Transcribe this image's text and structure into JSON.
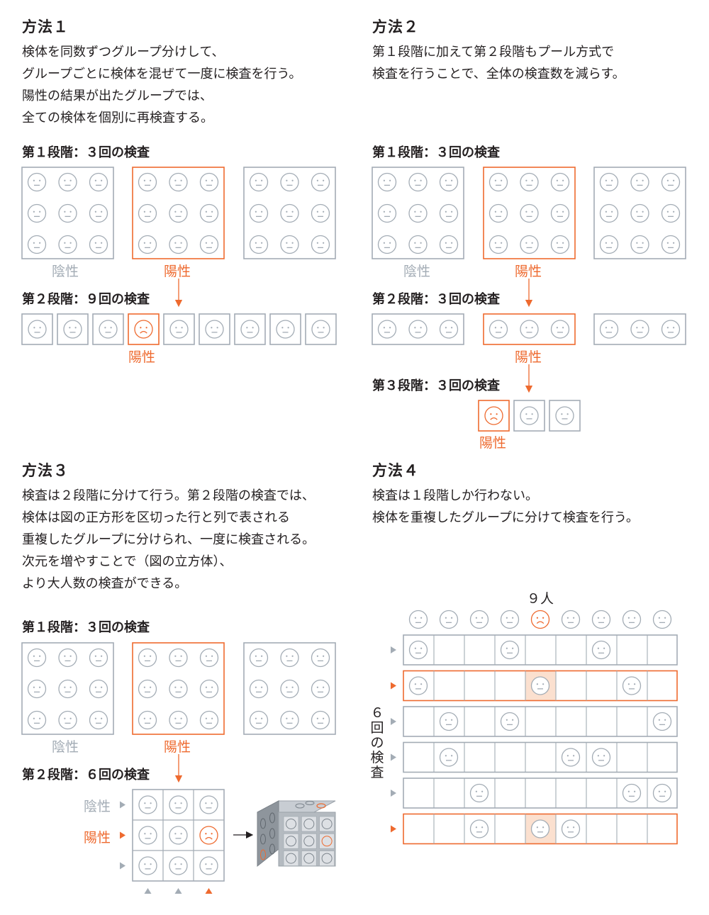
{
  "colors": {
    "grey": "#a3acb5",
    "orange": "#ee6a2f",
    "text": "#231f20",
    "highlight": "#fbe0cf"
  },
  "m1": {
    "title": "方法１",
    "desc": [
      "検体を同数ずつグループ分けして、",
      "グループごとに検体を混ぜて一度に検査を行う。",
      "陽性の結果が出たグループでは、",
      "全ての検体を個別に再検査する。"
    ],
    "stage1": "第１段階：３回の検査",
    "stage2": "第２段階：９回の検査",
    "neg": "陰性",
    "pos": "陽性",
    "pos2": "陽性"
  },
  "m2": {
    "title": "方法２",
    "desc": [
      "第１段階に加えて第２段階もプール方式で",
      "検査を行うことで、全体の検査数を減らす。"
    ],
    "stage1": "第１段階：３回の検査",
    "stage2": "第２段階：３回の検査",
    "stage3": "第３段階：３回の検査",
    "neg": "陰性",
    "pos": "陽性",
    "pos2": "陽性",
    "pos3": "陽性"
  },
  "m3": {
    "title": "方法３",
    "desc": [
      "検査は２段階に分けて行う。第２段階の検査では、",
      "検体は図の正方形を区切った行と列で表される",
      "重複したグループに分けられ、一度に検査される。",
      "次元を増やすことで（図の立方体）、",
      "より大人数の検査ができる。"
    ],
    "stage1": "第１段階：３回の検査",
    "stage2": "第２段階：６回の検査",
    "neg": "陰性",
    "pos": "陽性",
    "row_neg": "陰性",
    "row_pos": "陽性"
  },
  "m4": {
    "title": "方法４",
    "desc": [
      "検査は１段階しか行わない。",
      "検体を重複したグループに分けて検査を行う。"
    ],
    "people": "９人",
    "tests_vertical": "６回の検査",
    "positive_person_index": 4,
    "rows": [
      {
        "positive": false,
        "members": [
          0,
          3,
          6
        ]
      },
      {
        "positive": true,
        "members": [
          0,
          4,
          7
        ]
      },
      {
        "positive": false,
        "members": [
          1,
          3,
          8
        ]
      },
      {
        "positive": false,
        "members": [
          1,
          5,
          6
        ]
      },
      {
        "positive": false,
        "members": [
          2,
          7,
          8
        ]
      },
      {
        "positive": true,
        "members": [
          2,
          4,
          5
        ]
      }
    ]
  }
}
